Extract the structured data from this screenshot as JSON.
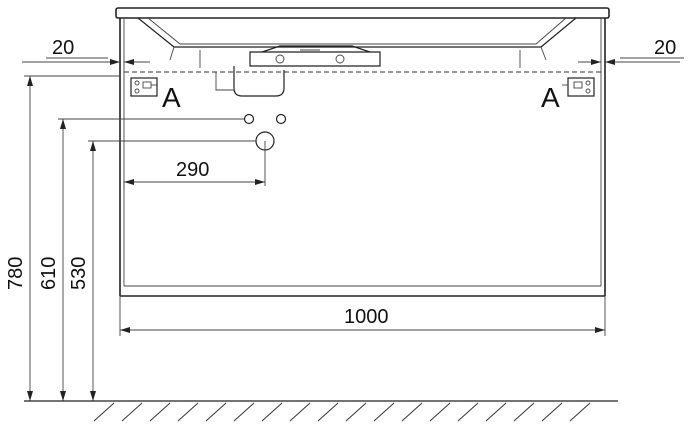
{
  "dimensions": {
    "left_gap": "20",
    "right_gap": "20",
    "drain_offset": "290",
    "total_height": "780",
    "hole_height_upper": "610",
    "hole_height_lower": "530",
    "width": "1000"
  },
  "markers": {
    "left": "A",
    "right": "A"
  }
}
